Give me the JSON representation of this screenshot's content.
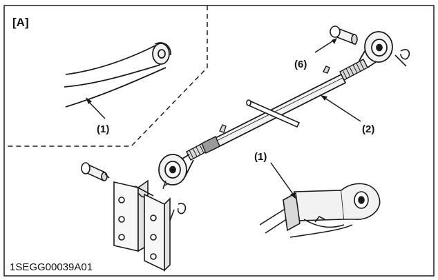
{
  "figure": {
    "section_label": "[A]",
    "callouts": [
      {
        "id": "callout-1-inset",
        "text": "(1)"
      },
      {
        "id": "callout-6",
        "text": "(6)"
      },
      {
        "id": "callout-2",
        "text": "(2)"
      },
      {
        "id": "callout-1-main",
        "text": "(1)"
      }
    ],
    "figure_code": "1SEGG00039A01"
  },
  "colors": {
    "line": "#1a1a1a",
    "fill_light": "#f2f2f2",
    "fill_mid": "#d9d9d9",
    "fill_dark": "#9a9a9a"
  }
}
